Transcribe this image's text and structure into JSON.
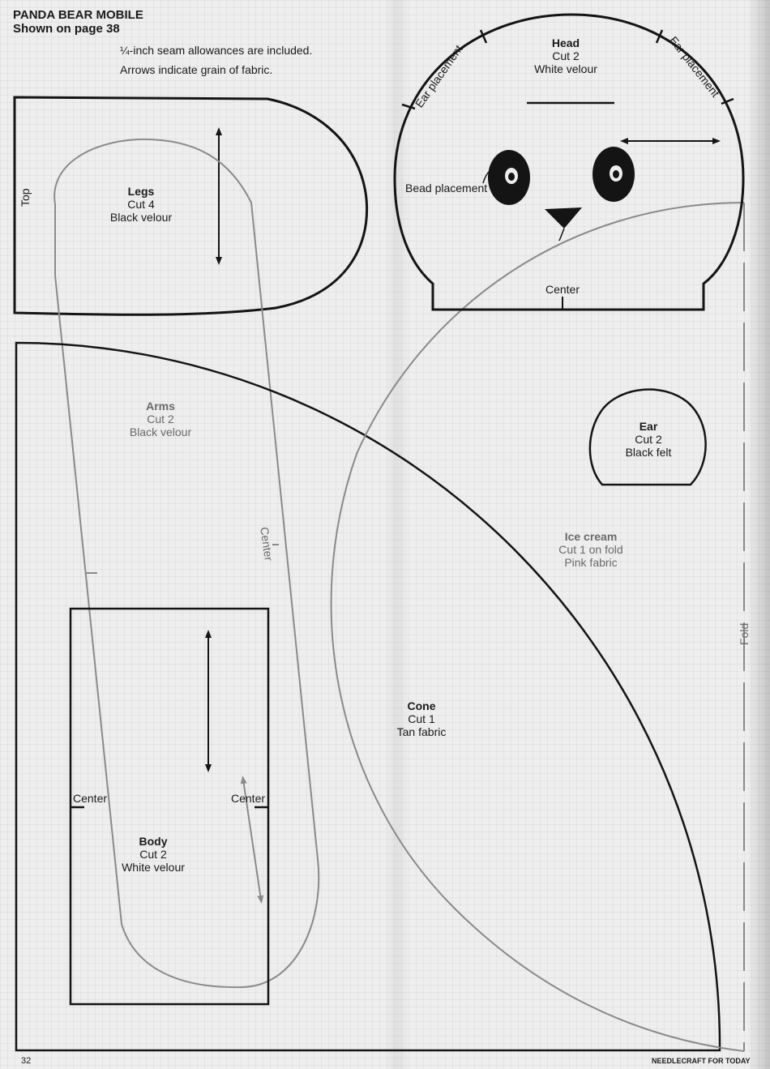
{
  "header": {
    "title": "PANDA BEAR MOBILE",
    "subtitle": "Shown on page 38",
    "note_seam": "¼-inch seam allowances are included.",
    "note_grain": "Arrows indicate grain of fabric."
  },
  "pieces": {
    "legs": {
      "name": "Legs",
      "cut": "Cut 4",
      "material": "Black velour",
      "top_label": "Top"
    },
    "head": {
      "name": "Head",
      "cut": "Cut 2",
      "material": "White velour",
      "ear_left": "Ear placement",
      "ear_right": "Ear placement",
      "bead": "Bead placement",
      "center": "Center"
    },
    "arms": {
      "name": "Arms",
      "cut": "Cut 2",
      "material": "Black velour",
      "center": "Center"
    },
    "ear": {
      "name": "Ear",
      "cut": "Cut 2",
      "material": "Black felt"
    },
    "ice_cream": {
      "name": "Ice cream",
      "cut": "Cut 1 on fold",
      "material": "Pink fabric",
      "fold": "Fold"
    },
    "cone": {
      "name": "Cone",
      "cut": "Cut 1",
      "material": "Tan fabric"
    },
    "body": {
      "name": "Body",
      "cut": "Cut 2",
      "material": "White velour",
      "center_left": "Center",
      "center_right": "Center"
    }
  },
  "footer": {
    "page_number": "32",
    "publication": "NEEDLECRAFT FOR TODAY"
  },
  "colors": {
    "outline_dark": "#141414",
    "outline_gray": "#8a8a8a",
    "paper": "#efeeee"
  }
}
